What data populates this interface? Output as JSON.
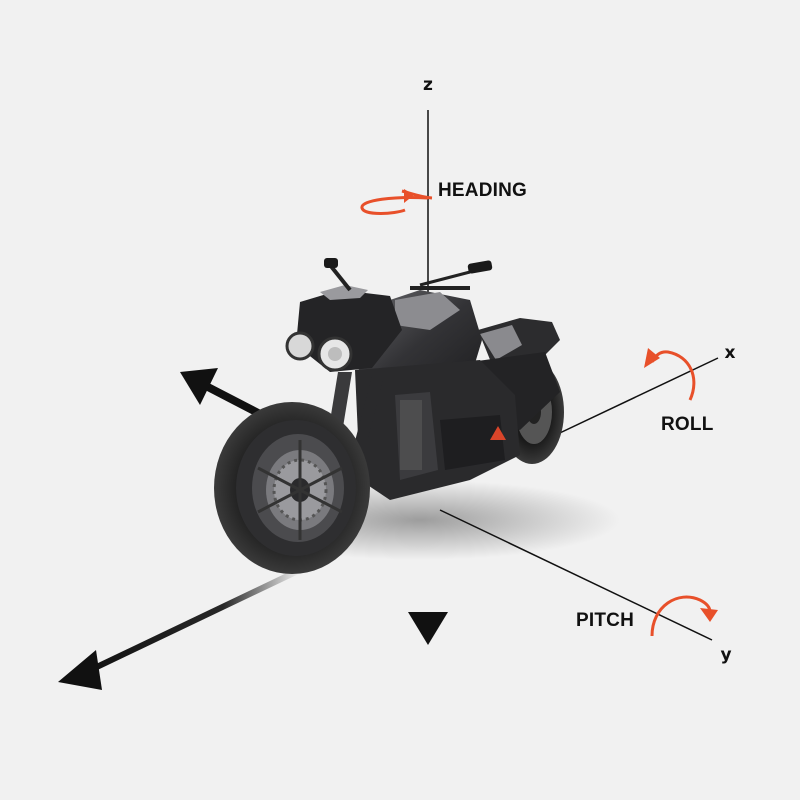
{
  "axes": {
    "z": {
      "letter": "z"
    },
    "x": {
      "letter": "x"
    },
    "y": {
      "letter": "y"
    }
  },
  "rotations": {
    "heading": {
      "label": "HEADING",
      "axis": "z"
    },
    "roll": {
      "label": "ROLL",
      "axis": "x"
    },
    "pitch": {
      "label": "PITCH",
      "axis": "y"
    }
  },
  "colors": {
    "background": "#f1f1f1",
    "axis": "#111111",
    "rotation_arrow": "#e8502a",
    "bike_dark": "#2a2a2c",
    "bike_mid": "#4a4a4e",
    "accent": "#d9452a"
  },
  "icons": {
    "vehicle": "motorcycle-icon",
    "rotation": "curved-arrow-icon",
    "direction": "arrow-icon"
  }
}
